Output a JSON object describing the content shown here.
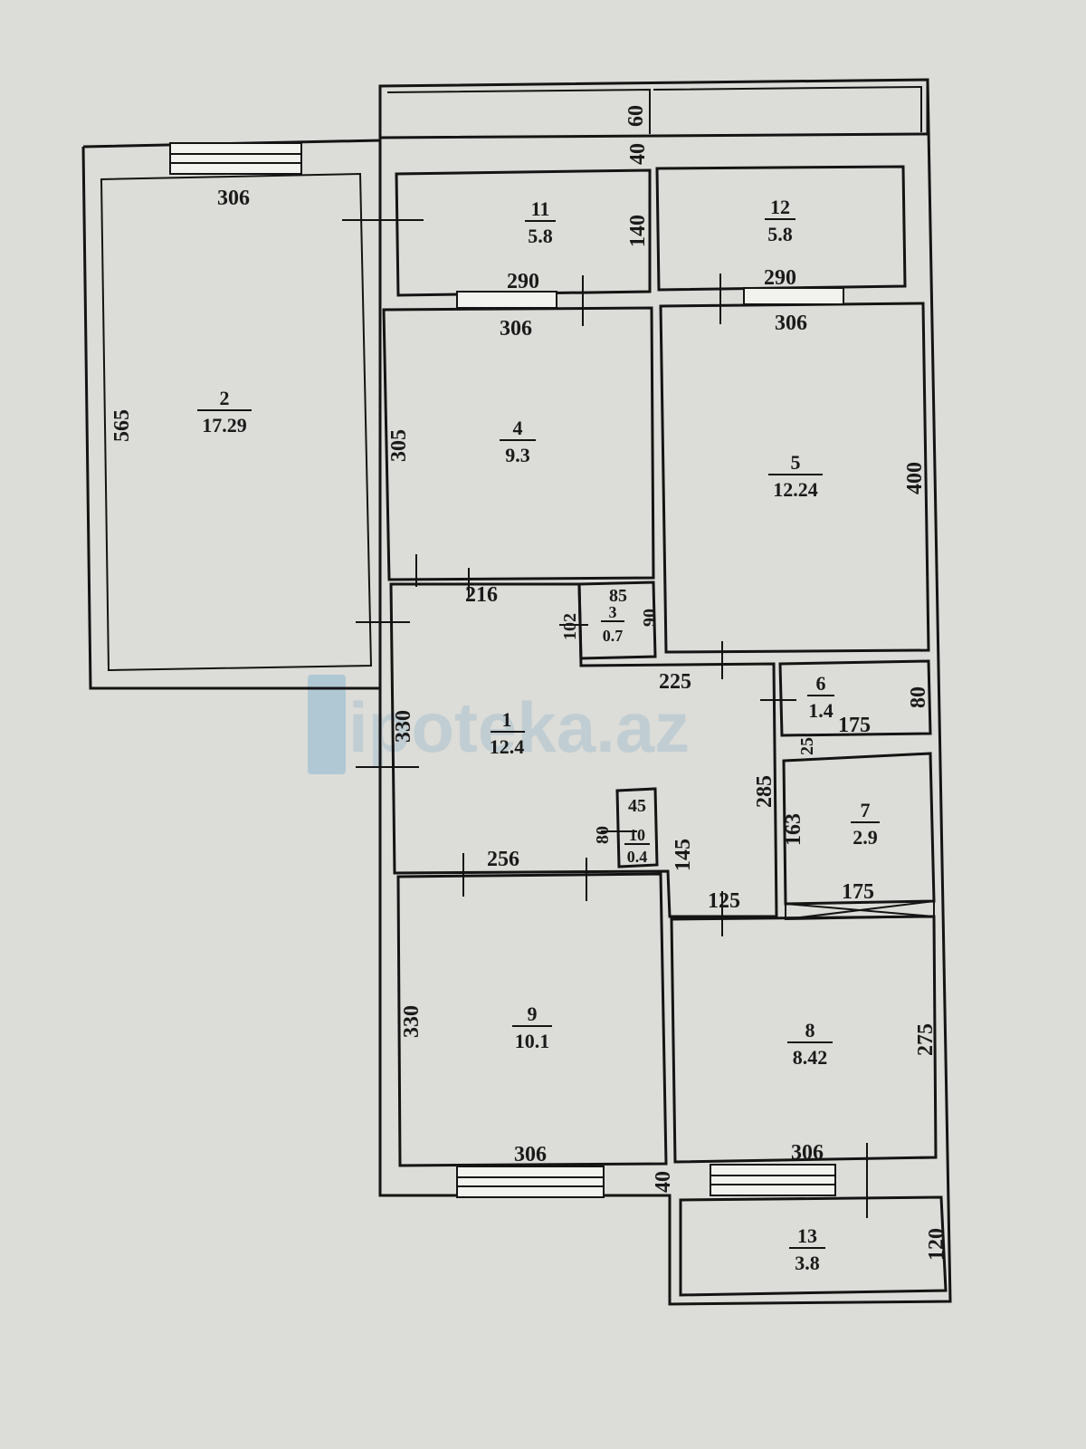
{
  "watermark": "ipoteka.az",
  "rooms": [
    {
      "num": "1",
      "area": "12.4"
    },
    {
      "num": "2",
      "area": "17.29"
    },
    {
      "num": "3",
      "area": "0.7"
    },
    {
      "num": "4",
      "area": "9.3"
    },
    {
      "num": "5",
      "area": "12.24"
    },
    {
      "num": "6",
      "area": "1.4"
    },
    {
      "num": "7",
      "area": "2.9"
    },
    {
      "num": "8",
      "area": "8.42"
    },
    {
      "num": "9",
      "area": "10.1"
    },
    {
      "num": "10",
      "area": "0.4"
    },
    {
      "num": "11",
      "area": "5.8"
    },
    {
      "num": "12",
      "area": "5.8"
    },
    {
      "num": "13",
      "area": "3.8"
    }
  ],
  "dimensions": [
    "306",
    "565",
    "290",
    "140",
    "60",
    "40",
    "306",
    "305",
    "290",
    "306",
    "400",
    "216",
    "85",
    "102",
    "90",
    "225",
    "175",
    "80",
    "330",
    "25",
    "285",
    "163",
    "45",
    "80",
    "256",
    "145",
    "175",
    "125",
    "330",
    "275",
    "306",
    "40",
    "306",
    "120"
  ]
}
